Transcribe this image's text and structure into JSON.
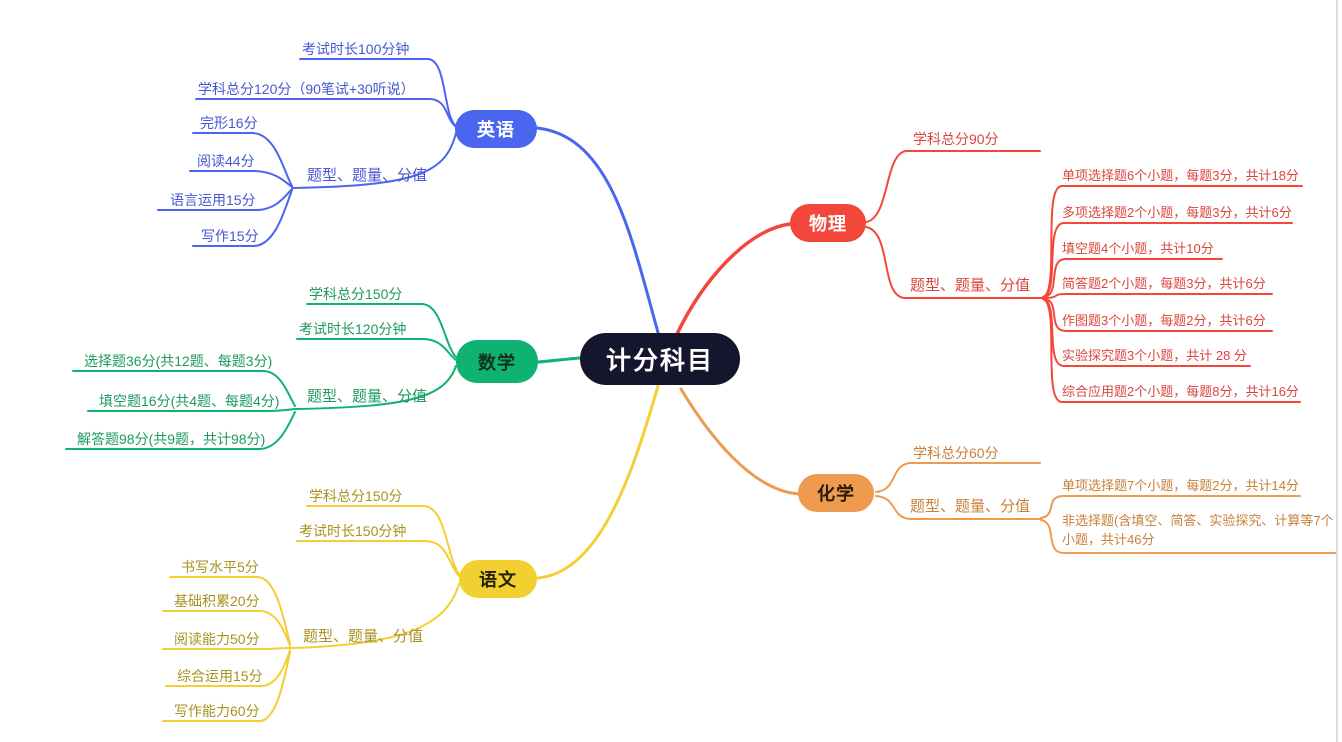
{
  "title": "计分科目",
  "colors": {
    "center_bg": "#15152e",
    "english": "#4b66ee",
    "math": "#10b271",
    "chinese": "#f3d032",
    "physics": "#f4473c",
    "chemistry": "#ee9a4f"
  },
  "subjects": [
    {
      "label": "英语",
      "color": "#4b66ee",
      "children": [
        {
          "label": "考试时长100分钟"
        },
        {
          "label": "学科总分120分（90笔试+30听说）"
        },
        {
          "label": "题型、题量、分值",
          "children": [
            {
              "label": "完形16分"
            },
            {
              "label": "阅读44分"
            },
            {
              "label": "语言运用15分"
            },
            {
              "label": "写作15分"
            }
          ]
        }
      ]
    },
    {
      "label": "数学",
      "color": "#10b271",
      "children": [
        {
          "label": "学科总分150分"
        },
        {
          "label": "考试时长120分钟"
        },
        {
          "label": "题型、题量、分值",
          "children": [
            {
              "label": "选择题36分(共12题、每题3分)"
            },
            {
              "label": "填空题16分(共4题、每题4分)"
            },
            {
              "label": "解答题98分(共9题，共计98分)"
            }
          ]
        }
      ]
    },
    {
      "label": "语文",
      "color": "#f3d032",
      "children": [
        {
          "label": "学科总分150分"
        },
        {
          "label": "考试时长150分钟"
        },
        {
          "label": "题型、题量、分值",
          "children": [
            {
              "label": "书写水平5分"
            },
            {
              "label": "基础积累20分"
            },
            {
              "label": "阅读能力50分"
            },
            {
              "label": "综合运用15分"
            },
            {
              "label": "写作能力60分"
            }
          ]
        }
      ]
    },
    {
      "label": "物理",
      "color": "#f4473c",
      "children": [
        {
          "label": "学科总分90分"
        },
        {
          "label": "题型、题量、分值",
          "children": [
            {
              "label": "单项选择题6个小题，每题3分，共计18分"
            },
            {
              "label": "多项选择题2个小题，每题3分，共计6分"
            },
            {
              "label": "填空题4个小题，共计10分"
            },
            {
              "label": "简答题2个小题，每题3分，共计6分"
            },
            {
              "label": "作图题3个小题，每题2分，共计6分"
            },
            {
              "label": "实验探究题3个小题，共计 28 分"
            },
            {
              "label": "综合应用题2个小题，每题8分，共计16分"
            }
          ]
        }
      ]
    },
    {
      "label": "化学",
      "color": "#ee9a4f",
      "children": [
        {
          "label": "学科总分60分"
        },
        {
          "label": "题型、题量、分值",
          "children": [
            {
              "label": "单项选择题7个小题，每题2分，共计14分"
            },
            {
              "label": "非选择题(含填空、简答、实验探究、计算等7个小题，共计46分"
            }
          ]
        }
      ]
    }
  ]
}
